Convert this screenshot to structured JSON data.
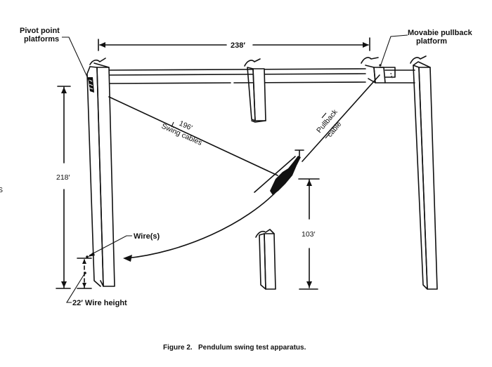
{
  "diagram": {
    "labels": {
      "pivot_platforms": [
        "Pivot point",
        "platforms"
      ],
      "pullback_platform": [
        "Movabie pullback",
        "platform"
      ],
      "span": "238′",
      "height": "218′",
      "swing_cable_length": "196′",
      "swing_cables": "Swing cables",
      "pullback_cable": [
        "Pullback",
        "cable"
      ],
      "release_height": "103′",
      "wires": "Wire(s)",
      "wire_height": "22′ Wire height"
    },
    "caption": "Figure 2.   Pendulum swing test apparatus.",
    "edge_fragment": "S"
  }
}
